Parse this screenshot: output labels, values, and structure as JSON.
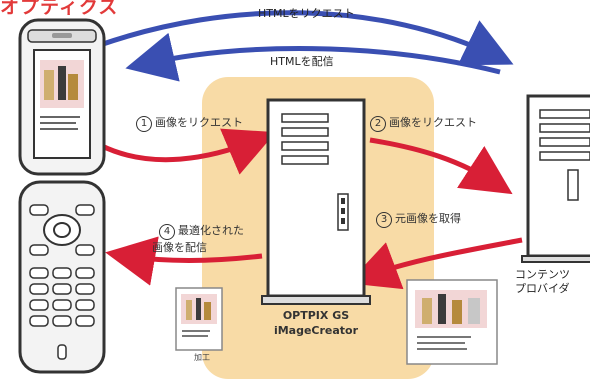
{
  "banner": {
    "text": "オプティクス"
  },
  "arrows": {
    "top_request": "HTMLをリクエスト",
    "top_deliver": "HTMLを配信",
    "step1": {
      "num": "1",
      "text": "画像をリクエスト"
    },
    "step2": {
      "num": "2",
      "text": "画像をリクエスト"
    },
    "step3": {
      "num": "3",
      "text": "元画像を取得"
    },
    "step4": {
      "num": "4",
      "text": "最適化された\n画像を配信"
    }
  },
  "server": {
    "line1": "OPTPIX GS",
    "line2": "iMageCreator"
  },
  "content_provider": {
    "line1": "コンテンツ",
    "line2": "プロバイダ"
  },
  "small_caption": "加工",
  "colors": {
    "red_arrow": "#d81f36",
    "blue_arrow": "#3a4fb2",
    "panel": "#f6cf8d",
    "banner": "#e23a3a"
  }
}
